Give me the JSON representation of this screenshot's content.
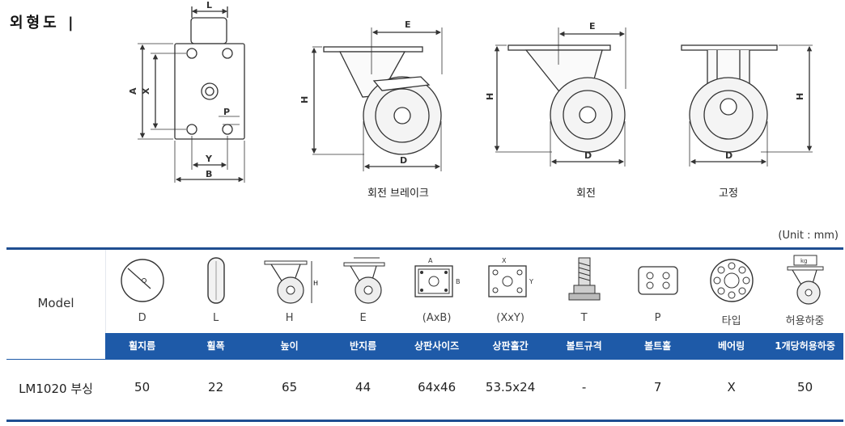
{
  "section_title": "외형도 |",
  "drawings": {
    "top_view_labels": {
      "L": "L",
      "A": "A",
      "X": "X",
      "P": "P",
      "Y": "Y",
      "B": "B"
    },
    "side_labels": {
      "E": "E",
      "H": "H",
      "D": "D"
    },
    "captions": [
      "회전 브레이크",
      "회전",
      "고정"
    ]
  },
  "table": {
    "unit": "(Unit : mm)",
    "model_header": "Model",
    "columns": [
      {
        "symbol": "D",
        "label": "휠지름",
        "icon": "wheel-diameter-icon"
      },
      {
        "symbol": "L",
        "label": "휠폭",
        "icon": "wheel-width-icon"
      },
      {
        "symbol": "H",
        "label": "높이",
        "icon": "height-icon"
      },
      {
        "symbol": "E",
        "label": "반지름",
        "icon": "radius-icon"
      },
      {
        "symbol": "(AxB)",
        "label": "상판사이즈",
        "icon": "plate-size-icon"
      },
      {
        "symbol": "(XxY)",
        "label": "상판홀간",
        "icon": "plate-hole-spacing-icon"
      },
      {
        "symbol": "T",
        "label": "볼트규격",
        "icon": "bolt-icon"
      },
      {
        "symbol": "P",
        "label": "볼트홀",
        "icon": "bolt-hole-icon"
      },
      {
        "symbol": "타입",
        "label": "베어링",
        "icon": "bearing-icon"
      },
      {
        "symbol": "허용하중",
        "label": "1개당허용하중",
        "icon": "load-icon"
      }
    ],
    "rows": [
      {
        "model": "LM1020 부싱",
        "values": [
          "50",
          "22",
          "65",
          "44",
          "64x46",
          "53.5x24",
          "-",
          "7",
          "X",
          "50"
        ]
      }
    ]
  },
  "colors": {
    "accent": "#1e5aa8",
    "rule": "#1f4e91"
  }
}
